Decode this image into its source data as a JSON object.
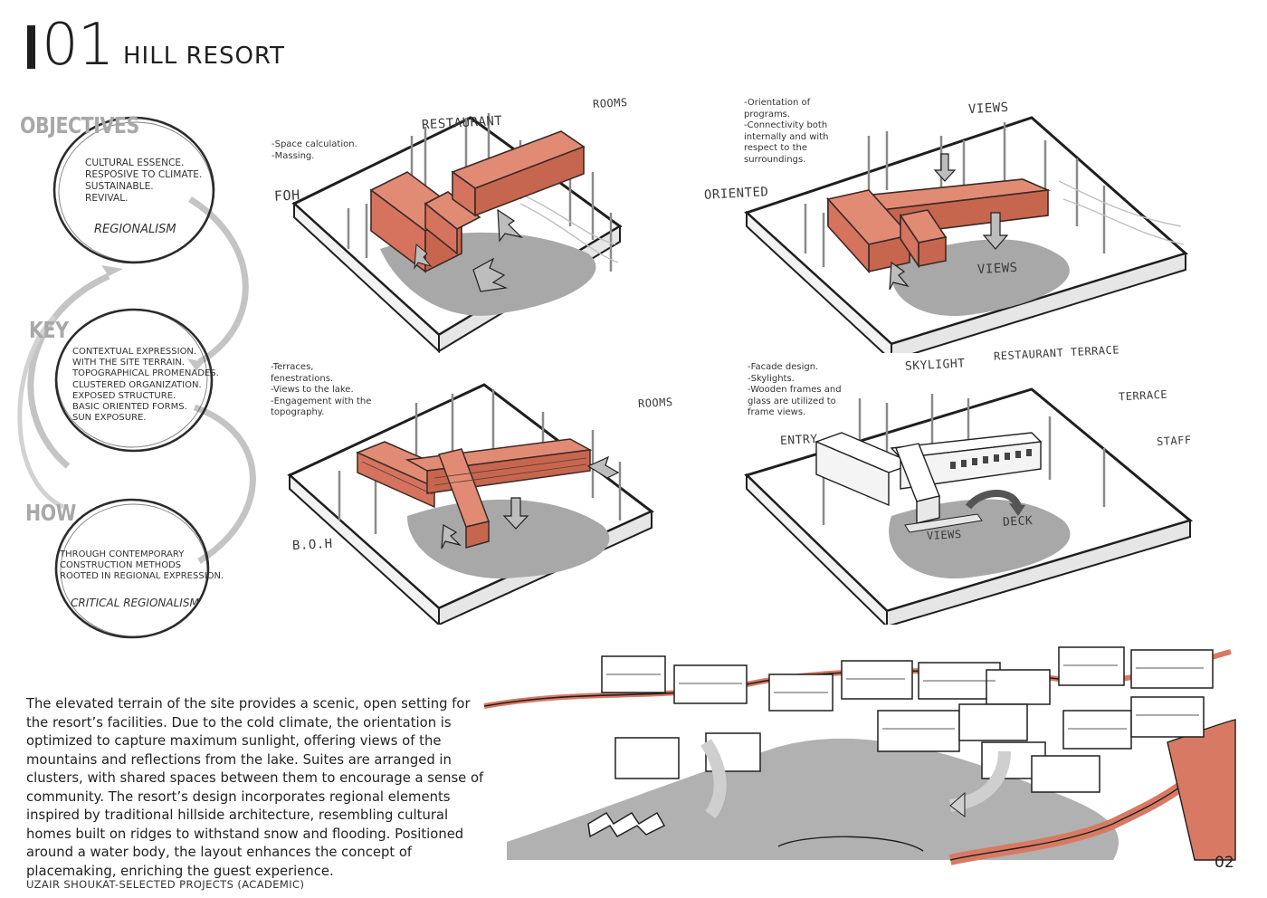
{
  "header": {
    "project_number": "01",
    "project_title": "HILL RESORT"
  },
  "sections": [
    {
      "heading": "OBJECTIVES",
      "lines": [
        "CULTURAL ESSENCE.",
        "RESPOSIVE TO CLIMATE.",
        "SUSTAINABLE.",
        "REVIVAL."
      ],
      "tag": "REGIONALISM"
    },
    {
      "heading": "KEY",
      "lines": [
        "CONTEXTUAL EXPRESSION.",
        "WITH THE SITE TERRAIN.",
        "TOPOGRAPHICAL PROMENADES.",
        "CLUSTERED ORGANIZATION.",
        "EXPOSED STRUCTURE.",
        "BASIC ORIENTED FORMS.",
        "SUN EXPOSURE."
      ],
      "tag": ""
    },
    {
      "heading": "HOW",
      "lines": [
        "THROUGH CONTEMPORARY",
        "CONSTRUCTION METHODS",
        "ROOTED IN REGIONAL EXPRESSION."
      ],
      "tag": "CRITICAL REGIONALISM"
    }
  ],
  "diagrams": [
    {
      "notes": [
        "-Space calculation.",
        "-Massing."
      ],
      "labels": {
        "a": "RESTAURANT",
        "b": "ROOMS",
        "c": "FOH"
      }
    },
    {
      "notes": [
        "-Orientation of",
        "programs.",
        "-Connectivity both",
        "internally and with",
        "respect to the",
        "surroundings."
      ],
      "labels": {
        "a": "VIEWS",
        "b": "ORIENTED",
        "c": "VIEWS"
      }
    },
    {
      "notes": [
        "-Terraces,",
        "fenestrations.",
        "-Views to the lake.",
        "-Engagement with the",
        "topography."
      ],
      "labels": {
        "a": "ROOMS",
        "b": "B.O.H"
      }
    },
    {
      "notes": [
        "-Facade design.",
        "-Skylights.",
        "-Wooden frames and",
        "glass are utilized to",
        "frame views."
      ],
      "labels": {
        "a": "SKYLIGHT",
        "b": "RESTAURANT TERRACE",
        "c": "TERRACE",
        "d": "ENTRY",
        "e": "STAFF",
        "f": "VIEWS",
        "g": "DECK"
      }
    }
  ],
  "description": "The elevated terrain of the site provides a scenic, open setting for the resort’s facilities. Due to the cold climate, the orientation is optimized to capture maximum sunlight, offering views of the mountains and reflections from the lake. Suites are arranged in clusters, with shared spaces between them to encourage a sense of community. The resort’s design incorporates regional elements inspired by traditional hillside architecture, resembling cultural homes built on ridges to withstand snow and flooding. Positioned around a water body, the layout enhances the concept of placemaking, enriching the guest experience.",
  "footer": {
    "credit": "UZAIR SHOUKAT-SELECTED PROJECTS (ACADEMIC)",
    "page_number": "02"
  },
  "colors": {
    "massing": "#d97a66",
    "lake": "#a5a5a5",
    "ink": "#1d1d1d",
    "heading_gray": "#a8a8a8"
  }
}
